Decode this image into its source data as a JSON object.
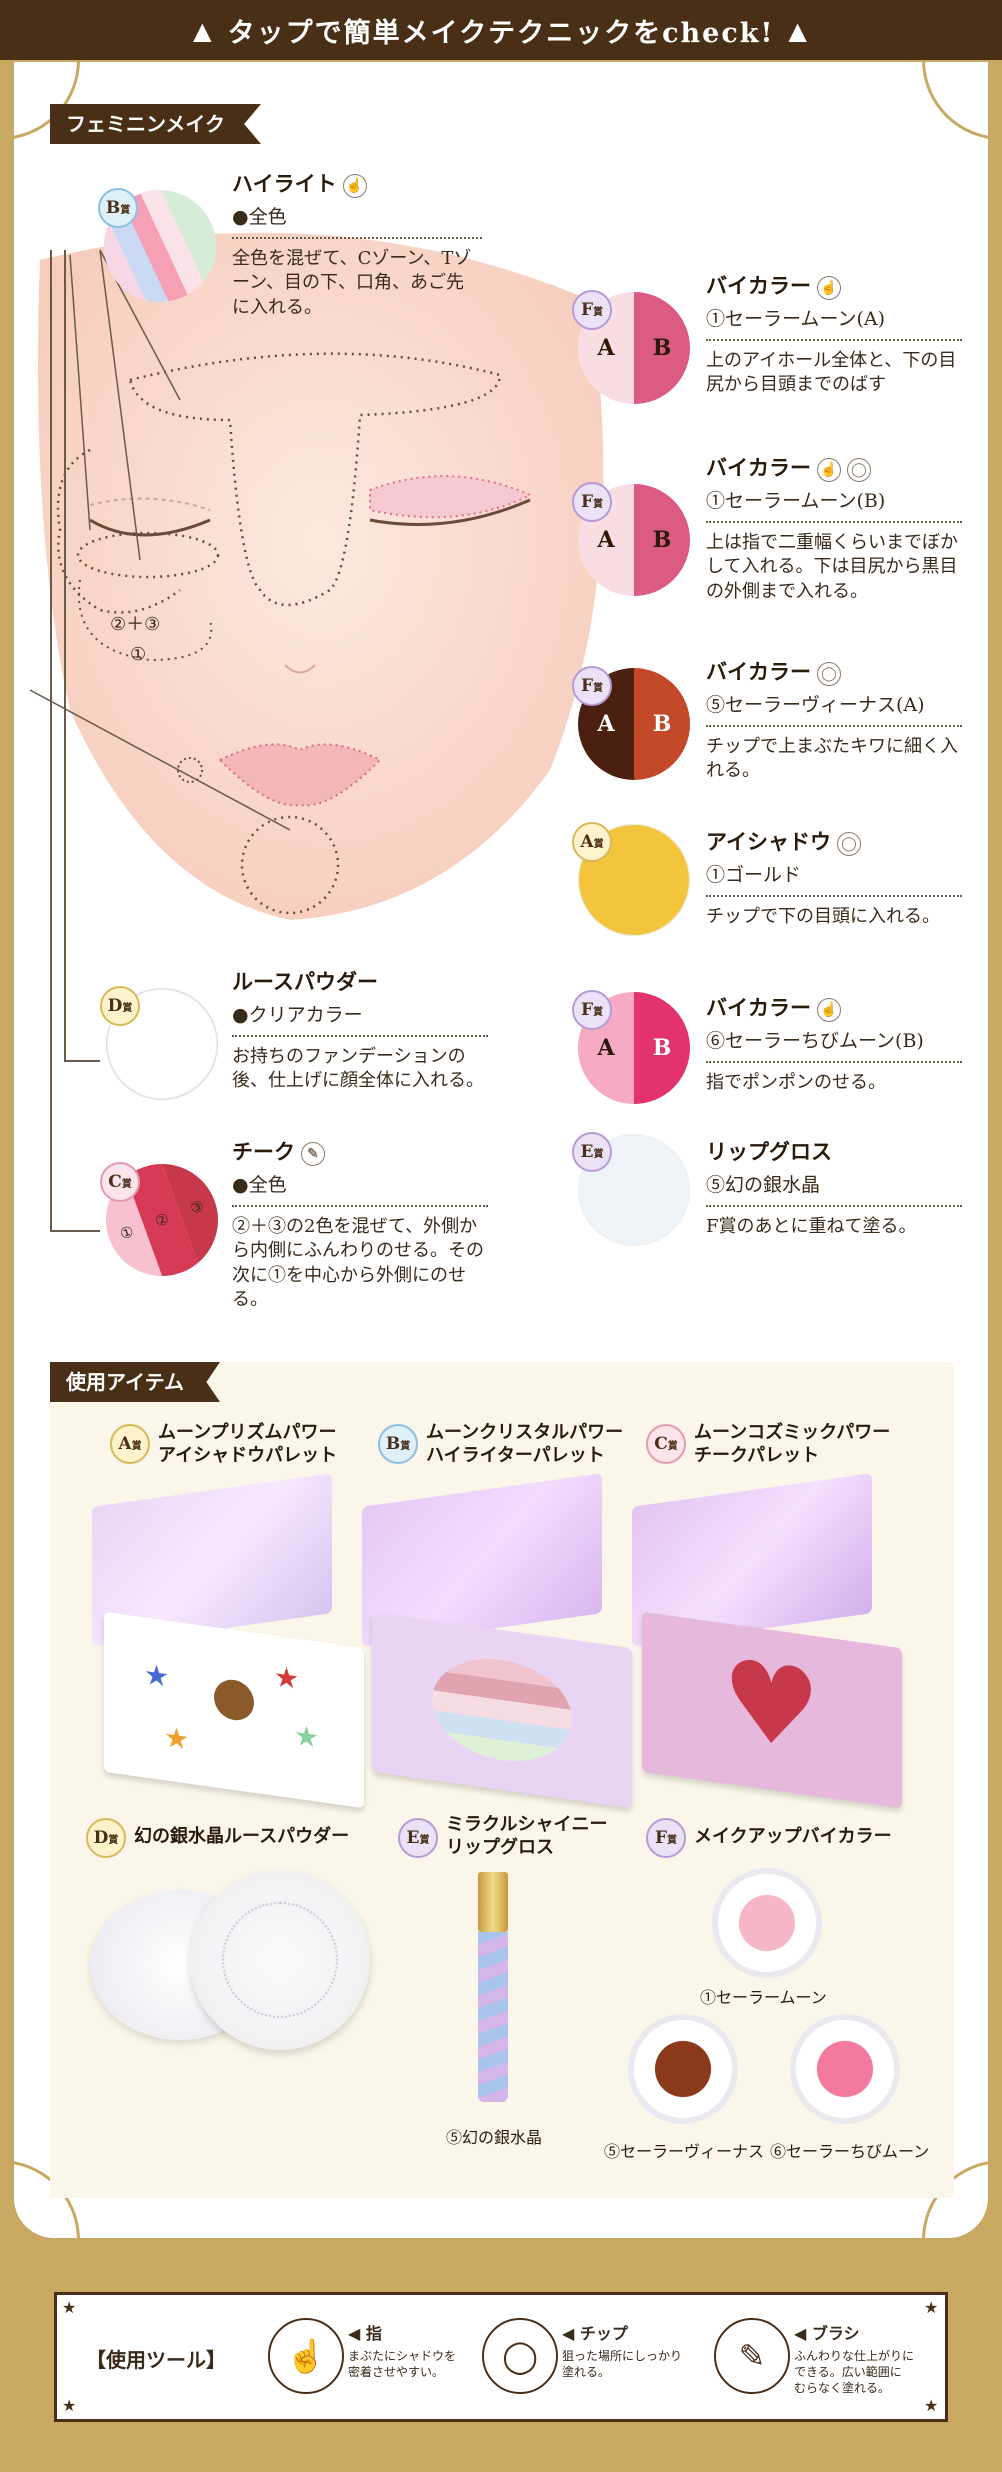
{
  "banner": {
    "left": "▲",
    "text": "タップで簡単メイクテクニックをcheck!",
    "right": "▲"
  },
  "sections": {
    "makeup_tag": "フェミニンメイク",
    "items_tag": "使用アイテム"
  },
  "steps": {
    "highlight": {
      "badge": "B",
      "badge_suffix": "賞",
      "title": "ハイライト",
      "sub": "●全色",
      "desc": "全色を混ぜて、Cゾーン、Tゾーン、目の下、口角、あご先に入れる。"
    },
    "bicolor1": {
      "badge": "F",
      "badge_suffix": "賞",
      "title": "バイカラー",
      "sub": "①セーラームーン(A)",
      "desc": "上のアイホール全体と、下の目尻から目頭までのばす",
      "a": "A",
      "b": "B"
    },
    "bicolor2": {
      "badge": "F",
      "badge_suffix": "賞",
      "title": "バイカラー",
      "sub": "①セーラームーン(B)",
      "desc": "上は指で二重幅くらいまでぼかして入れる。下は目尻から黒目の外側まで入れる。",
      "a": "A",
      "b": "B"
    },
    "bicolor3": {
      "badge": "F",
      "badge_suffix": "賞",
      "title": "バイカラー",
      "sub": "⑤セーラーヴィーナス(A)",
      "desc": "チップで上まぶたキワに細く入れる。",
      "a": "A",
      "b": "B"
    },
    "eyeshadow": {
      "badge": "A",
      "badge_suffix": "賞",
      "title": "アイシャドウ",
      "sub": "①ゴールド",
      "desc": "チップで下の目頭に入れる。"
    },
    "bicolor4": {
      "badge": "F",
      "badge_suffix": "賞",
      "title": "バイカラー",
      "sub": "⑥セーラーちびムーン(B)",
      "desc": "指でポンポンのせる。",
      "a": "A",
      "b": "B"
    },
    "powder": {
      "badge": "D",
      "badge_suffix": "賞",
      "title": "ルースパウダー",
      "sub": "●クリアカラー",
      "desc": "お持ちのファンデーションの後、仕上げに顔全体に入れる。"
    },
    "gloss": {
      "badge": "E",
      "badge_suffix": "賞",
      "title": "リップグロス",
      "sub": "⑤幻の銀水晶",
      "desc": "F賞のあとに重ねて塗る。"
    },
    "cheek": {
      "badge": "C",
      "badge_suffix": "賞",
      "title": "チーク",
      "sub": "●全色",
      "desc": "②＋③の2色を混ぜて、外側から内側にふんわりのせる。その次に①を中心から外側にのせる。",
      "n1": "①",
      "n2": "②",
      "n3": "③"
    },
    "face_label_1": "②＋③",
    "face_label_2": "①"
  },
  "products": {
    "a": {
      "badge": "A",
      "badge_suffix": "賞",
      "line1": "ムーンプリズムパワー",
      "line2": "アイシャドウパレット"
    },
    "b": {
      "badge": "B",
      "badge_suffix": "賞",
      "line1": "ムーンクリスタルパワー",
      "line2": "ハイライターパレット"
    },
    "c": {
      "badge": "C",
      "badge_suffix": "賞",
      "line1": "ムーンコズミックパワー",
      "line2": "チークパレット"
    },
    "d": {
      "badge": "D",
      "badge_suffix": "賞",
      "line1": "幻の銀水晶ルースパウダー"
    },
    "e": {
      "badge": "E",
      "badge_suffix": "賞",
      "line1": "ミラクルシャイニー",
      "line2": "リップグロス",
      "caption": "⑤幻の銀水晶"
    },
    "f": {
      "badge": "F",
      "badge_suffix": "賞",
      "line1": "メイクアップバイカラー",
      "cap1": "①セーラームーン",
      "cap2": "⑤セーラーヴィーナス",
      "cap3": "⑥セーラーちびムーン"
    }
  },
  "tools": {
    "label": "【使用ツール】",
    "finger": {
      "name": "◀ 指",
      "desc1": "まぶたにシャドウを",
      "desc2": "密着させやすい。",
      "icon": "hand-icon"
    },
    "chip": {
      "name": "◀ チップ",
      "desc1": "狙った場所にしっかり",
      "desc2": "塗れる。",
      "icon": "chip-icon"
    },
    "brush": {
      "name": "◀ ブラシ",
      "desc1": "ふんわりな仕上がりに",
      "desc2": "できる。広い範囲に",
      "desc3": "むらなく塗れる。",
      "icon": "brush-icon"
    }
  },
  "colors": {
    "brown": "#4a2f17",
    "gold": "#c9a861",
    "skin": "#fbe0d4",
    "moon_a": "#f7cfd8",
    "moon_b": "#e2547f",
    "venus_a": "#4a2010",
    "venus_b": "#c24a2a",
    "gold_shadow": "#f2c53d",
    "chibi_a": "#f7aac3",
    "chibi_b": "#e3336d"
  }
}
